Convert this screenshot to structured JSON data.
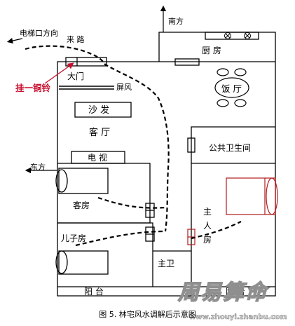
{
  "labels": {
    "elevator_direction": "电梯口方向",
    "incoming_path": "来 路",
    "south": "南方",
    "east": "东方",
    "bell_callout": "挂一铜铃",
    "main_door": "大门",
    "screen": "屏风",
    "kitchen": "厨 房",
    "dining": "饭 厅",
    "sofa": "沙 发",
    "living_room": "客 厅",
    "public_bathroom": "公共卫生间",
    "tv": "电 视",
    "guest_room": "客房",
    "master_bedroom": "主\n人\n房",
    "son_room": "儿子房",
    "master_bath": "主卫",
    "balcony_left": "阳 台",
    "balcony_right": "阳 台"
  },
  "caption": "图 5. 林宅风水调解后示意图",
  "watermark": "周易算命",
  "watermark_url": "www.zhouyi.zhanbu.com",
  "colors": {
    "callout": "#c8102e",
    "bed_master": "#b01a1a",
    "lines": "#000000"
  }
}
